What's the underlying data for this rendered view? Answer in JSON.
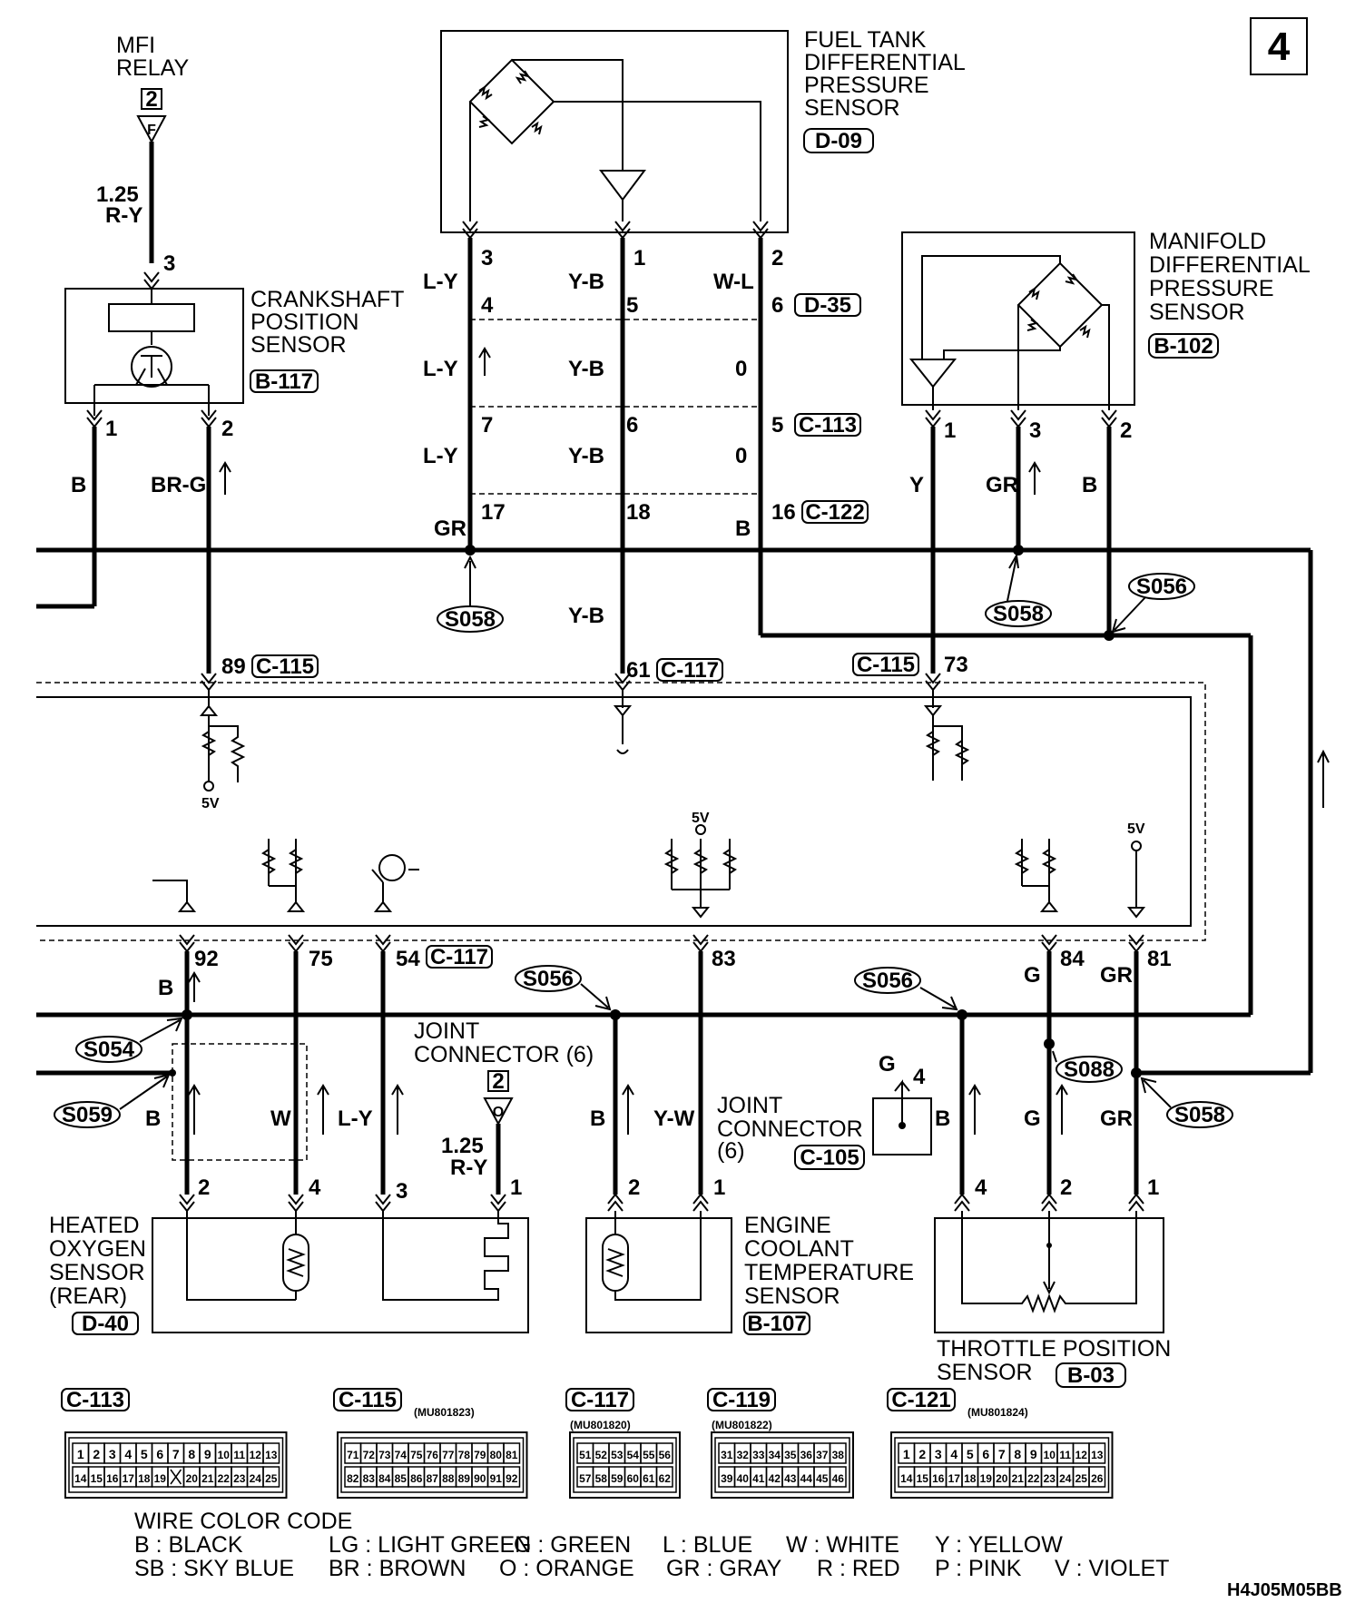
{
  "page_number": "4",
  "diagram_code": "H4J05M05BB",
  "mfi_relay": {
    "name_line1": "MFI",
    "name_line2": "RELAY",
    "pin": "2",
    "pin_letter": "F",
    "wire_size": "1.25",
    "wire_color": "R-Y"
  },
  "fuel_tank_sensor": {
    "line1": "FUEL TANK",
    "line2": "DIFFERENTIAL",
    "line3": "PRESSURE",
    "line4": "SENSOR",
    "connector": "D-09"
  },
  "manifold_sensor": {
    "line1": "MANIFOLD",
    "line2": "DIFFERENTIAL",
    "line3": "PRESSURE",
    "line4": "SENSOR",
    "connector": "B-102"
  },
  "crankshaft_sensor": {
    "line1": "CRANKSHAFT",
    "line2": "POSITION",
    "line3": "SENSOR",
    "connector": "B-117"
  },
  "heated_oxygen_sensor": {
    "line1": "HEATED",
    "line2": "OXYGEN",
    "line3": "SENSOR",
    "line4": "(REAR)",
    "connector": "D-40"
  },
  "coolant_sensor": {
    "line1": "ENGINE",
    "line2": "COOLANT",
    "line3": "TEMPERATURE",
    "line4": "SENSOR",
    "connector": "B-107"
  },
  "throttle_sensor": {
    "line1": "THROTTLE POSITION",
    "line2": "SENSOR",
    "connector": "B-03"
  },
  "joint_connector_top": {
    "line1": "JOINT",
    "line2": "CONNECTOR (6)",
    "pin": "2",
    "pin_letter": "O",
    "wire_size": "1.25",
    "wire_color": "R-Y"
  },
  "joint_connector_right": {
    "line1": "JOINT",
    "line2": "CONNECTOR",
    "line3": "(6)",
    "connector": "C-105"
  },
  "connectors": {
    "d35": "D-35",
    "c113": "C-113",
    "c122": "C-122",
    "c115": "C-115",
    "c117": "C-117"
  },
  "splices": {
    "s058": "S058",
    "s056": "S056",
    "s054": "S054",
    "s059": "S059",
    "s088": "S088"
  },
  "voltage": "5V",
  "pins": {
    "p1": "1",
    "p2": "2",
    "p3": "3",
    "p4": "4",
    "p5": "5",
    "p6": "6",
    "p7": "7",
    "p16": "16",
    "p17": "17",
    "p18": "18",
    "p61": "61",
    "p73": "73",
    "p89": "89",
    "p92": "92",
    "p75": "75",
    "p54": "54",
    "p83": "83",
    "p84": "84",
    "p81": "81"
  },
  "wire_colors": {
    "b": "B",
    "brg": "BR-G",
    "ly": "L-Y",
    "yb": "Y-B",
    "wl": "W-L",
    "o": "0",
    "gr": "GR",
    "y": "Y",
    "w": "W",
    "yw": "Y-W",
    "g": "G"
  },
  "connector_views": [
    {
      "id": "C-113",
      "part": "",
      "row1": [
        "1",
        "2",
        "3",
        "4",
        "5",
        "6",
        "7",
        "8",
        "9",
        "10",
        "11",
        "12",
        "13"
      ],
      "row2": [
        "14",
        "15",
        "16",
        "17",
        "18",
        "19",
        "",
        "20",
        "21",
        "22",
        "23",
        "24",
        "25"
      ]
    },
    {
      "id": "C-115",
      "part": "(MU801823)",
      "row1": [
        "71",
        "72",
        "73",
        "74",
        "75",
        "76",
        "77",
        "78",
        "79",
        "80",
        "81"
      ],
      "row2": [
        "82",
        "83",
        "84",
        "85",
        "86",
        "87",
        "88",
        "89",
        "90",
        "91",
        "92"
      ]
    },
    {
      "id": "C-117",
      "part": "(MU801820)",
      "row1": [
        "51",
        "52",
        "53",
        "54",
        "55",
        "56"
      ],
      "row2": [
        "57",
        "58",
        "59",
        "60",
        "61",
        "62"
      ]
    },
    {
      "id": "C-119",
      "part": "(MU801822)",
      "row1": [
        "31",
        "32",
        "33",
        "34",
        "35",
        "36",
        "37",
        "38"
      ],
      "row2": [
        "39",
        "40",
        "41",
        "42",
        "43",
        "44",
        "45",
        "46"
      ]
    },
    {
      "id": "C-121",
      "part": "(MU801824)",
      "row1": [
        "1",
        "2",
        "3",
        "4",
        "5",
        "6",
        "7",
        "8",
        "9",
        "10",
        "11",
        "12",
        "13"
      ],
      "row2": [
        "14",
        "15",
        "16",
        "17",
        "18",
        "19",
        "20",
        "21",
        "22",
        "23",
        "24",
        "25",
        "26"
      ]
    }
  ],
  "legend": {
    "title": "WIRE COLOR CODE",
    "row1": [
      "B : BLACK",
      "LG : LIGHT GREEN",
      "G : GREEN",
      "L : BLUE",
      "W : WHITE",
      "Y : YELLOW"
    ],
    "row2": [
      "SB : SKY BLUE",
      "BR : BROWN",
      "O : ORANGE",
      "GR : GRAY",
      "R : RED",
      "P : PINK",
      "V : VIOLET"
    ]
  }
}
